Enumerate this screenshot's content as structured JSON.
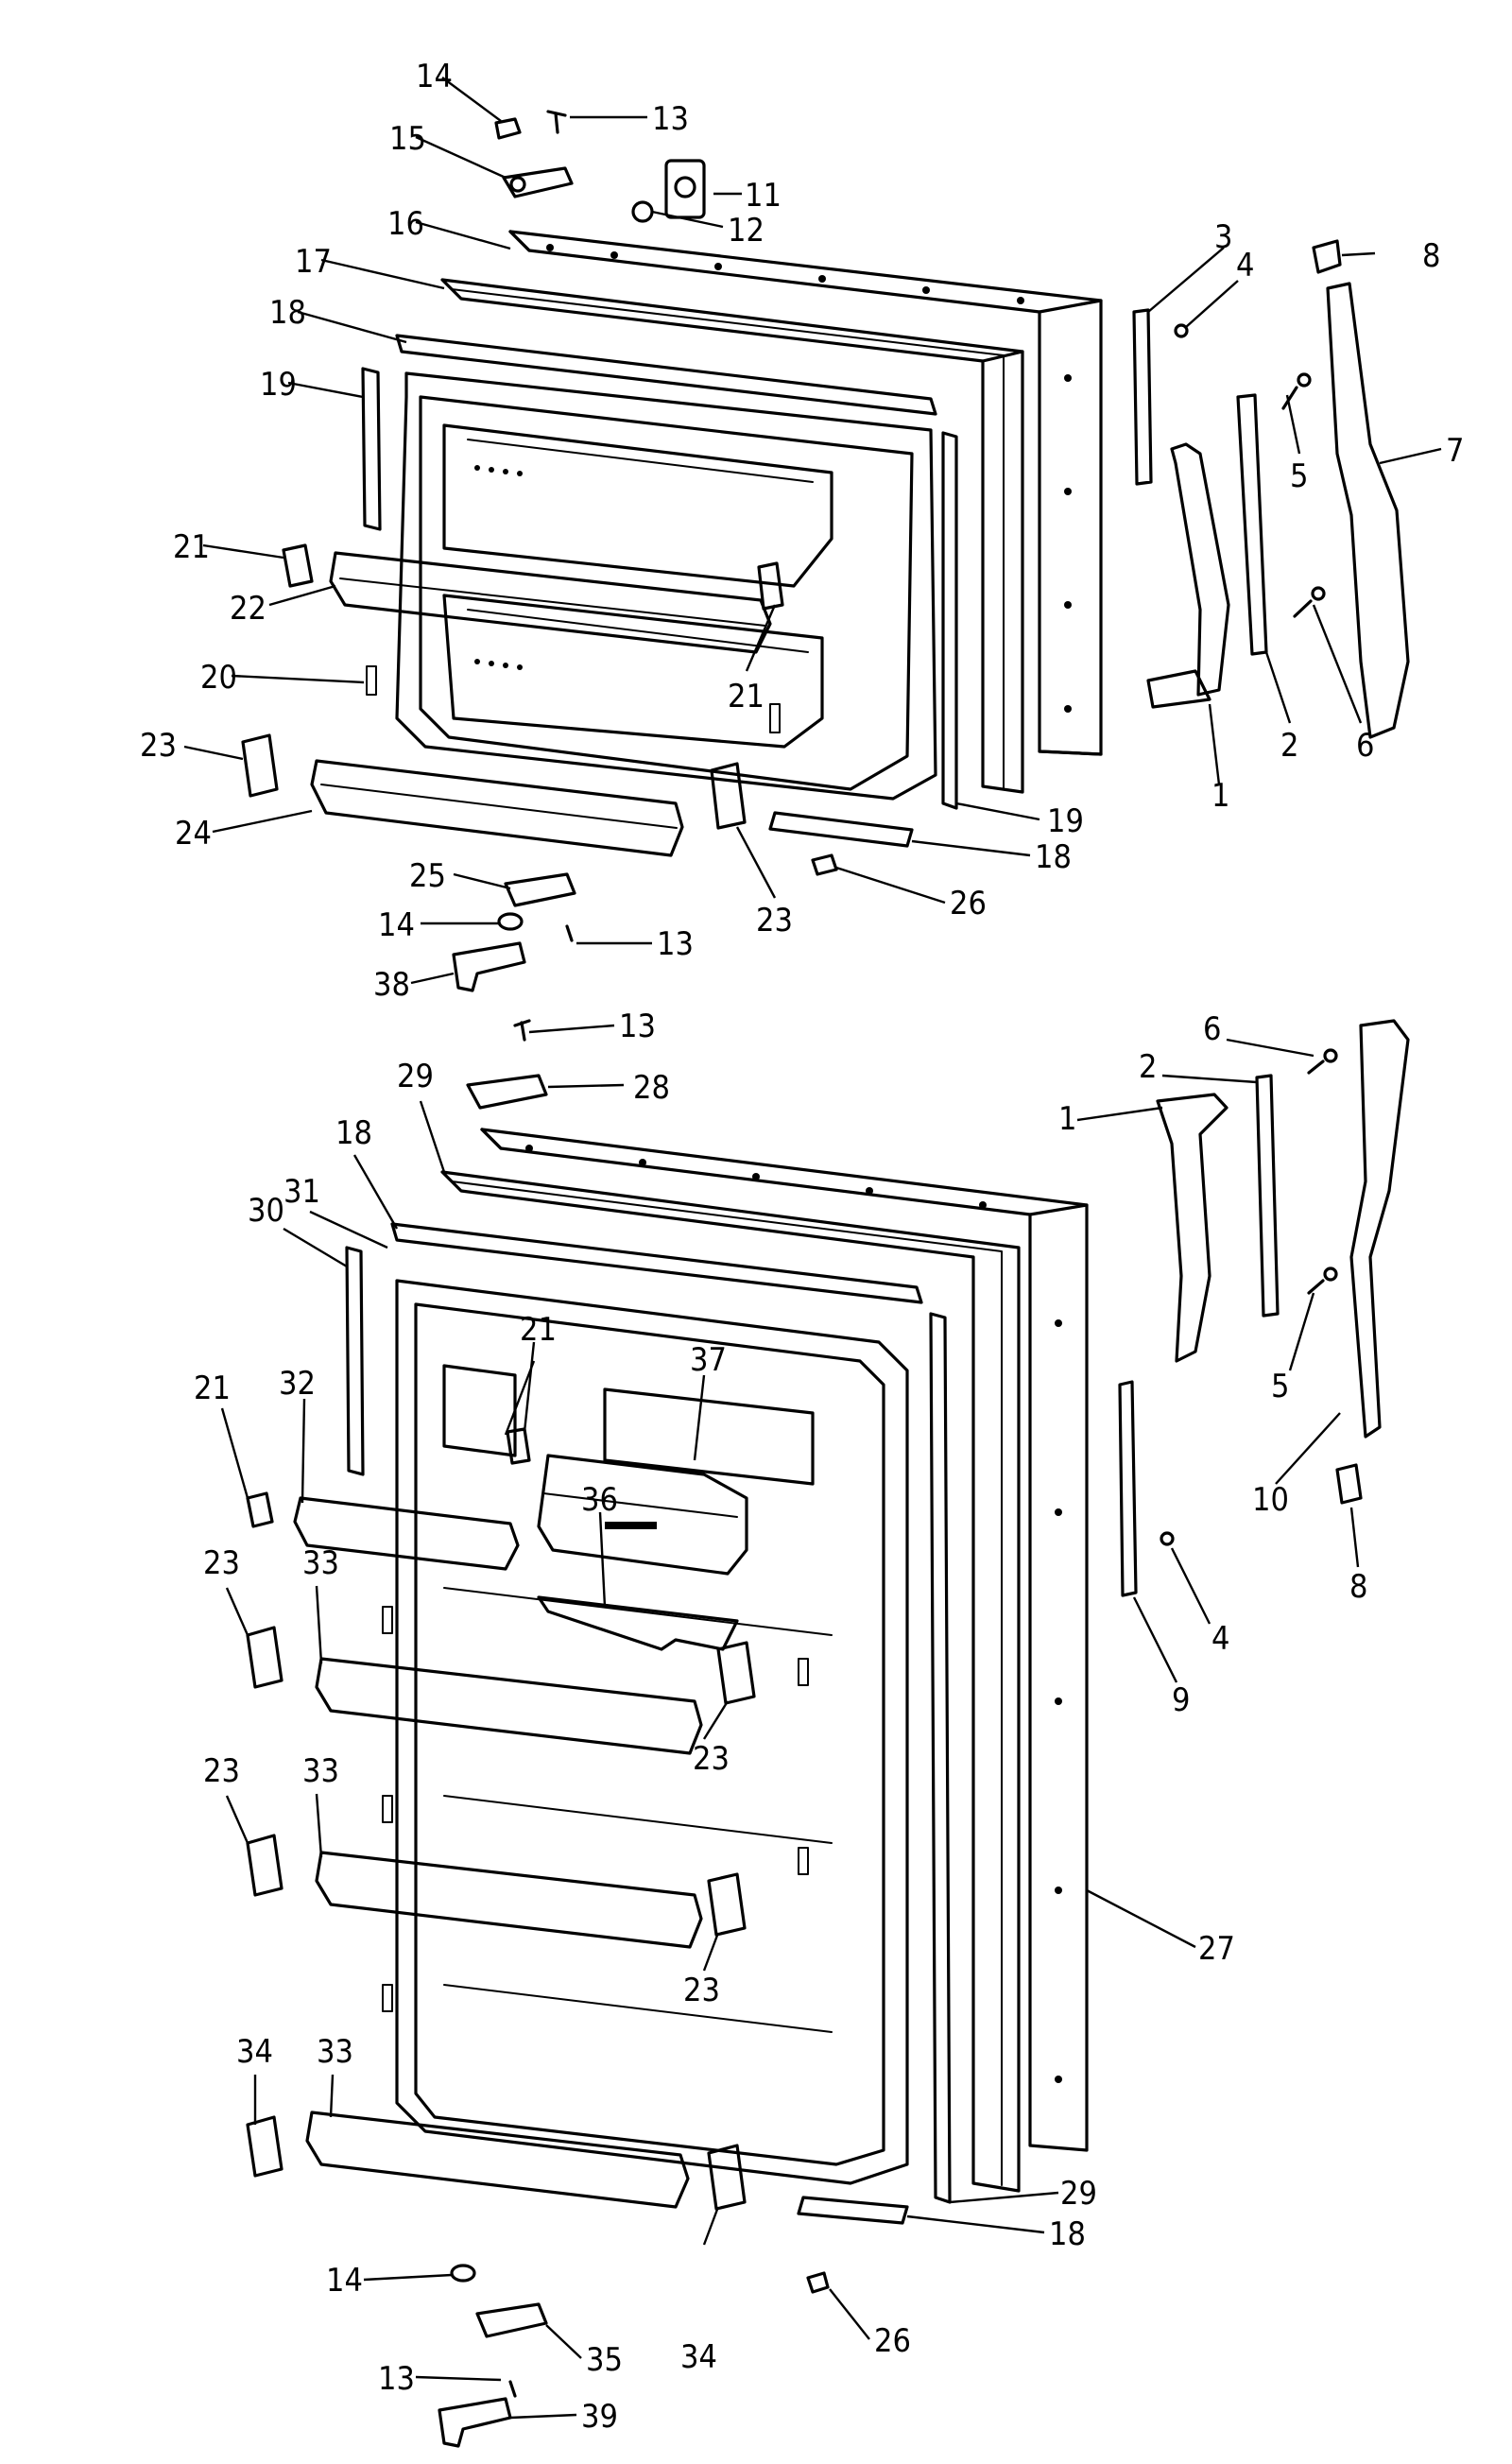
{
  "diagram": {
    "labels": {
      "t14": "14",
      "t13": "13",
      "t15": "15",
      "t11": "11",
      "t12": "12",
      "t16": "16",
      "t17": "17",
      "t18": "18",
      "t19": "19",
      "t3": "3",
      "t4": "4",
      "t8": "8",
      "t7": "7",
      "t5": "5",
      "t21": "21",
      "t22": "22",
      "t20": "20",
      "t21b": "21",
      "t6": "6",
      "t2": "2",
      "t1": "1",
      "t23": "23",
      "t24": "24",
      "t19b": "19",
      "t18b": "18",
      "t25": "25",
      "t14b": "14",
      "t13b": "13",
      "t26": "26",
      "t23b": "23",
      "t38": "38",
      "b13": "13",
      "b28": "28",
      "b29": "29",
      "b18": "18",
      "b31": "31",
      "b30": "30",
      "b6": "6",
      "b2": "2",
      "b1": "1",
      "b21": "21",
      "b37": "37",
      "b21b": "21",
      "b32": "32",
      "b36": "36",
      "b5": "5",
      "b10": "10",
      "b8": "8",
      "b4": "4",
      "b9": "9",
      "b23": "23",
      "b33": "33",
      "b23b": "23",
      "b23c": "23",
      "b33b": "33",
      "b23d": "23",
      "b27": "27",
      "b34": "34",
      "b33c": "33",
      "b29b": "29",
      "b18b": "18",
      "b14": "14",
      "b35": "35",
      "b13b": "13",
      "b34b": "34",
      "b26": "26",
      "b39": "39"
    }
  }
}
